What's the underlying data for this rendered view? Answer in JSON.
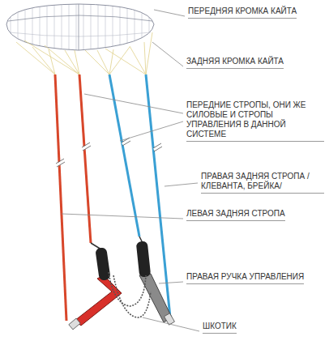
{
  "diagram": {
    "labels": [
      "ПЕРЕДНЯЯ КРОМКА КАЙТА",
      "ЗАДНЯЯ КРОМКА КАЙТА",
      "ПЕРЕДНИЕ СТРОПЫ, ОНИ ЖЕ СИЛОВЫЕ И СТРОПЫ УПРАВЛЕНИЯ В ДАННОЙ СИСТЕМЕ",
      "ПРАВАЯ ЗАДНЯЯ СТРОПА /КЛЕВАНТА, БРЕЙКА/",
      "ЛЕВАЯ ЗАДНЯЯ СТРОПА",
      "ПРАВАЯ РУЧКА УПРАВЛЕНИЯ",
      "ШКОТИК"
    ]
  }
}
